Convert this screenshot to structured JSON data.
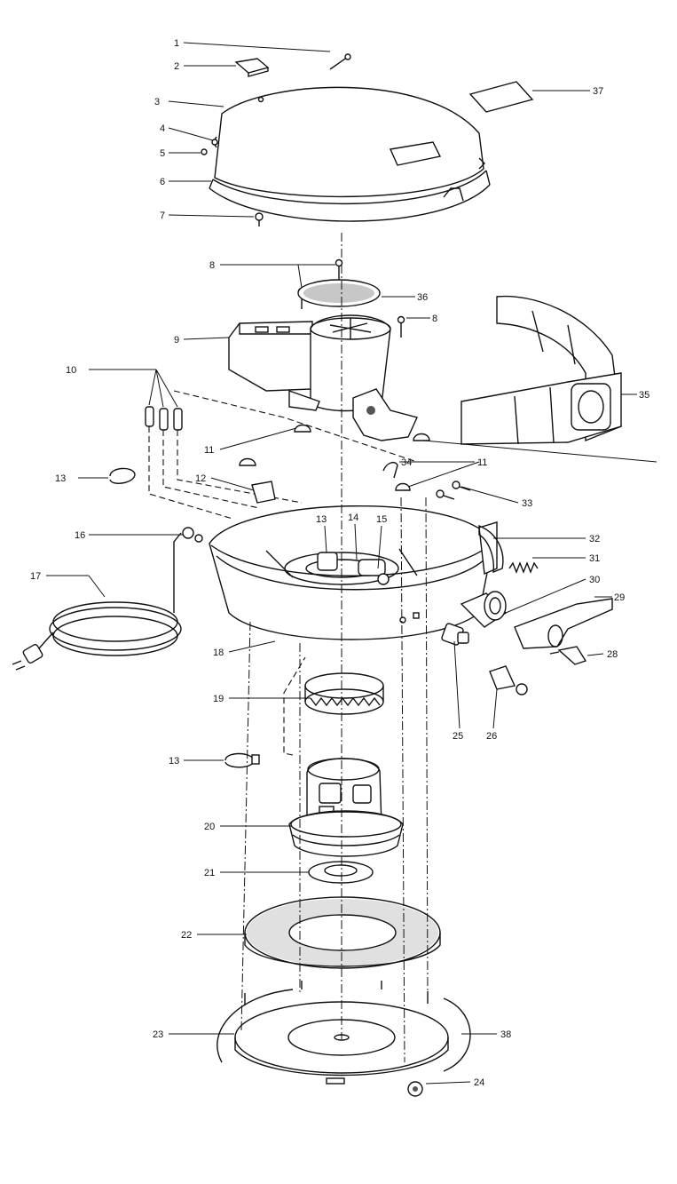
{
  "diagram": {
    "labels": {
      "p1": "1",
      "p2": "2",
      "p3": "3",
      "p4": "4",
      "p5": "5",
      "p6": "6",
      "p7": "7",
      "p8a": "8",
      "p8b": "8",
      "p9": "9",
      "p10": "10",
      "p11a": "11",
      "p11b": "11",
      "p12": "12",
      "p13a": "13",
      "p13b": "13",
      "p13c": "13",
      "p14": "14",
      "p15": "15",
      "p16": "16",
      "p17": "17",
      "p18": "18",
      "p19": "19",
      "p20": "20",
      "p21": "21",
      "p22": "22",
      "p23": "23",
      "p24": "24",
      "p25": "25",
      "p26": "26",
      "p28": "28",
      "p29": "29",
      "p30": "30",
      "p31": "31",
      "p32": "32",
      "p33": "33",
      "p34": "34",
      "p35": "35",
      "p36": "36",
      "p37": "37",
      "p38": "38"
    }
  }
}
